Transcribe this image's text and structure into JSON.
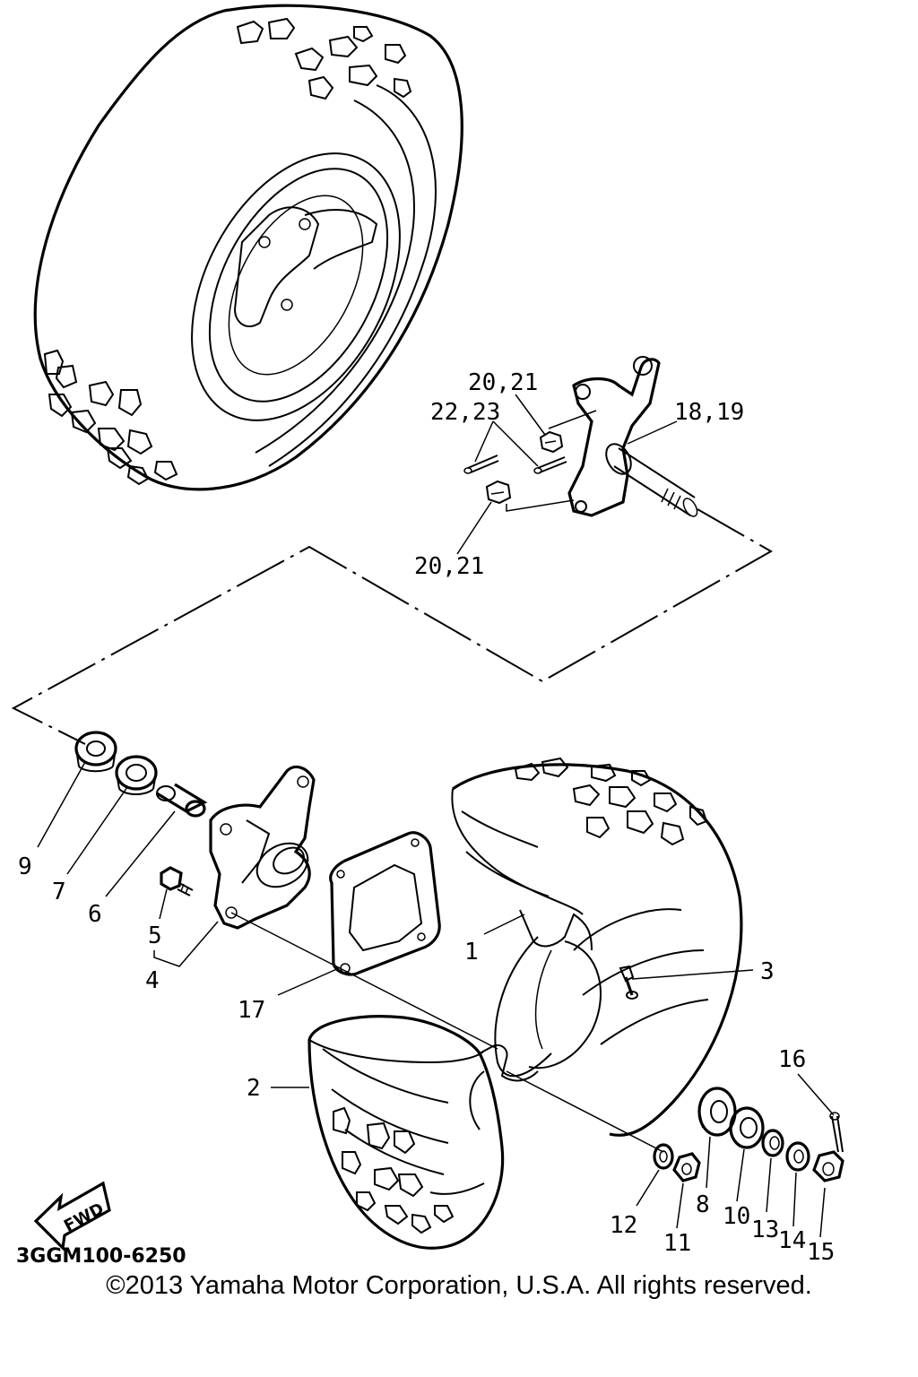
{
  "diagram": {
    "part_labels": {
      "p1": "1",
      "p2": "2",
      "p3": "3",
      "p4": "4",
      "p5": "5",
      "p6": "6",
      "p7": "7",
      "p8": "8",
      "p9": "9",
      "p10": "10",
      "p11": "11",
      "p12": "12",
      "p13": "13",
      "p14": "14",
      "p15": "15",
      "p16": "16",
      "p17": "17",
      "p18_19": "18,19",
      "p20_21_top": "20,21",
      "p20_21_bottom": "20,21",
      "p22_23": "22,23"
    },
    "fwd_label": "FWD",
    "drawing_code": "3GGM100-6250",
    "copyright": "©2013 Yamaha Motor Corporation, U.S.A. All rights reserved."
  }
}
